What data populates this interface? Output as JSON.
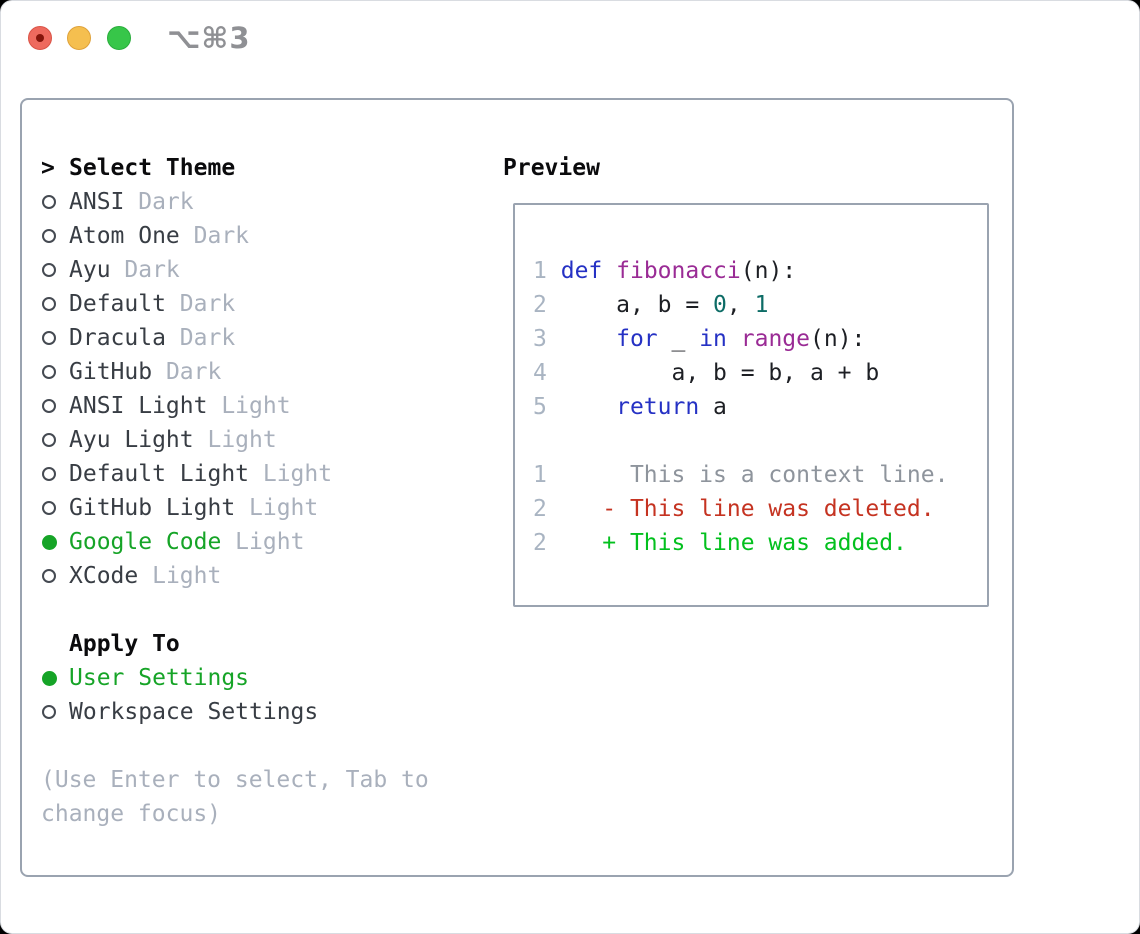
{
  "window": {
    "title": "⌥⌘3",
    "traffic_lights": [
      {
        "name": "close",
        "color": "#ee6a5e"
      },
      {
        "name": "minimize",
        "color": "#f5bf4f"
      },
      {
        "name": "zoom",
        "color": "#37c649"
      }
    ]
  },
  "colors": {
    "accent_green": "#16a427",
    "panel_border": "#9aa3b0",
    "dim_text": "#a9b0bc",
    "dark_text": "#383d44",
    "keyword_blue": "#2531c4",
    "name_purple": "#9a2b95",
    "literal_teal": "#0d6c66",
    "line_number": "#a9b4c2",
    "diff_context": "#8e949c",
    "diff_deleted": "#c53321",
    "diff_added": "#03c01e"
  },
  "theme_menu": {
    "header": {
      "marker": ">",
      "label": "Select Theme"
    },
    "items": [
      {
        "label": "ANSI",
        "variant": "Dark",
        "selected": false
      },
      {
        "label": "Atom One",
        "variant": "Dark",
        "selected": false
      },
      {
        "label": "Ayu",
        "variant": "Dark",
        "selected": false
      },
      {
        "label": "Default",
        "variant": "Dark",
        "selected": false
      },
      {
        "label": "Dracula",
        "variant": "Dark",
        "selected": false
      },
      {
        "label": "GitHub",
        "variant": "Dark",
        "selected": false
      },
      {
        "label": "ANSI Light",
        "variant": "Light",
        "selected": false
      },
      {
        "label": "Ayu Light",
        "variant": "Light",
        "selected": false
      },
      {
        "label": "Default Light",
        "variant": "Light",
        "selected": false
      },
      {
        "label": "GitHub Light",
        "variant": "Light",
        "selected": false
      },
      {
        "label": "Google Code",
        "variant": "Light",
        "selected": true
      },
      {
        "label": "XCode",
        "variant": "Light",
        "selected": false
      }
    ]
  },
  "apply_to": {
    "header": "Apply To",
    "options": [
      {
        "label": "User Settings",
        "selected": true
      },
      {
        "label": "Workspace Settings",
        "selected": false
      }
    ]
  },
  "footer_hint": "(Use Enter to select, Tab to change focus)",
  "preview": {
    "label": "Preview",
    "lines": [
      [
        [
          "num",
          "1"
        ],
        [
          "pln",
          " "
        ],
        [
          "kwd",
          "def"
        ],
        [
          "pln",
          " "
        ],
        [
          "nam",
          "fibonacci"
        ],
        [
          "pln",
          "(n):"
        ]
      ],
      [
        [
          "num",
          "2"
        ],
        [
          "pln",
          "     a, b = "
        ],
        [
          "lit",
          "0"
        ],
        [
          "pln",
          ", "
        ],
        [
          "lit",
          "1"
        ]
      ],
      [
        [
          "num",
          "3"
        ],
        [
          "pln",
          "     "
        ],
        [
          "kwd",
          "for"
        ],
        [
          "pln",
          " _ "
        ],
        [
          "kwd",
          "in"
        ],
        [
          "pln",
          " "
        ],
        [
          "nam",
          "range"
        ],
        [
          "pln",
          "(n):"
        ]
      ],
      [
        [
          "num",
          "4"
        ],
        [
          "pln",
          "         a, b = b, a + b"
        ]
      ],
      [
        [
          "num",
          "5"
        ],
        [
          "pln",
          "     "
        ],
        [
          "kwd",
          "return"
        ],
        [
          "pln",
          " a"
        ]
      ],
      [],
      [
        [
          "num",
          "1"
        ],
        [
          "ctx",
          "      This is a context line."
        ]
      ],
      [
        [
          "num",
          "2"
        ],
        [
          "del",
          "    - This line was deleted."
        ]
      ],
      [
        [
          "num",
          "2"
        ],
        [
          "add",
          "    + This line was added."
        ]
      ]
    ]
  }
}
